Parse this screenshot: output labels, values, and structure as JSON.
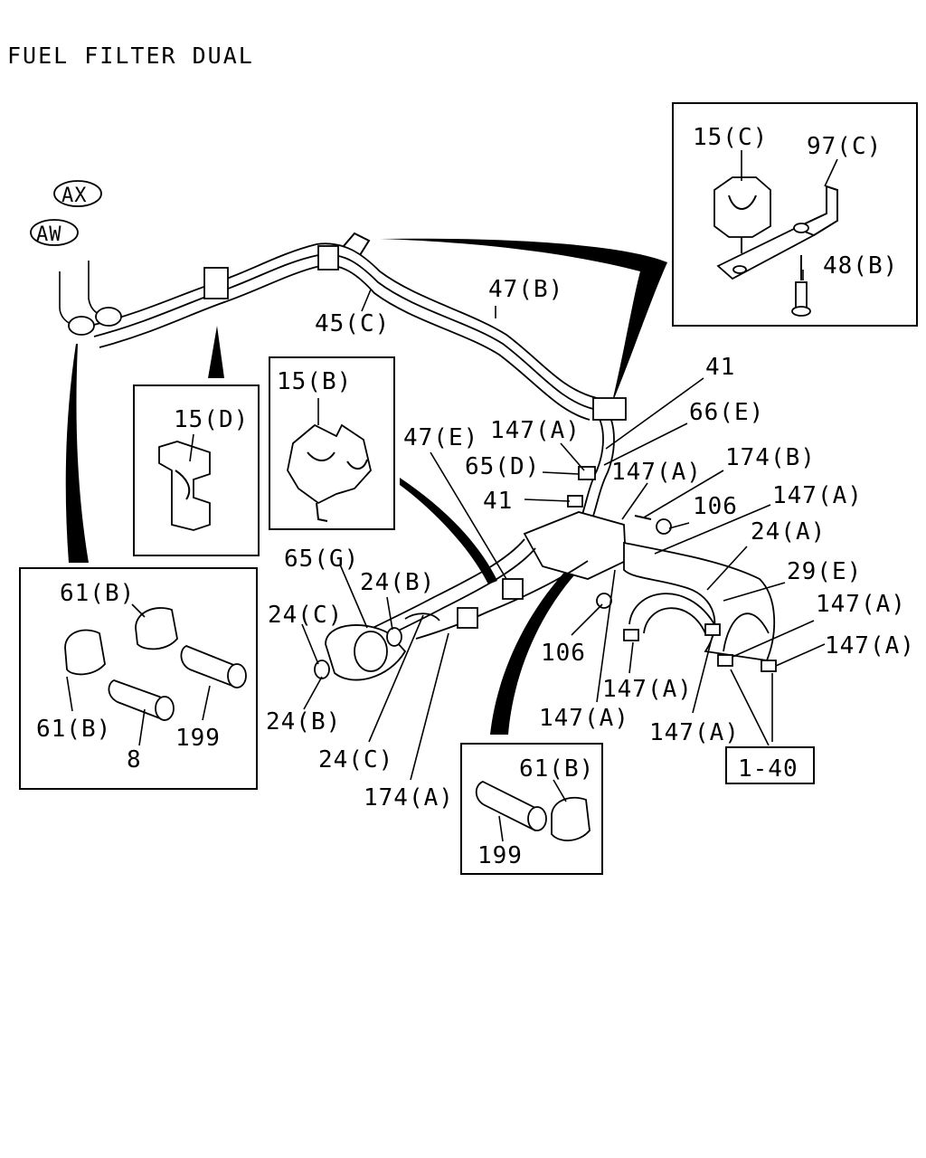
{
  "title": "FUEL FILTER DUAL",
  "callouts": {
    "AX": "AX",
    "AW": "AW"
  },
  "labels": {
    "l_15C": "15(C)",
    "l_97C": "97(C)",
    "l_48B": "48(B)",
    "l_47B": "47(B)",
    "l_45C": "45(C)",
    "l_41a": "41",
    "l_66E": "66(E)",
    "l_15D": "15(D)",
    "l_15B": "15(B)",
    "l_47E": "47(E)",
    "l_147A_1": "147(A)",
    "l_65D": "65(D)",
    "l_147A_2": "147(A)",
    "l_174B": "174(B)",
    "l_41b": "41",
    "l_106a": "106",
    "l_147A_3": "147(A)",
    "l_24A": "24(A)",
    "l_65G": "65(G)",
    "l_24B_1": "24(B)",
    "l_29E": "29(E)",
    "l_147A_4": "147(A)",
    "l_24C_1": "24(C)",
    "l_147A_5": "147(A)",
    "l_61B_1": "61(B)",
    "l_106b": "106",
    "l_147A_6": "147(A)",
    "l_147A_7": "147(A)",
    "l_147A_8": "147(A)",
    "l_24B_2": "24(B)",
    "l_61B_2": "61(B)",
    "l_8": "8",
    "l_199a": "199",
    "l_24C_2": "24(C)",
    "l_1_40": "1-40",
    "l_61B_3": "61(B)",
    "l_174A": "174(A)",
    "l_199b": "199"
  }
}
